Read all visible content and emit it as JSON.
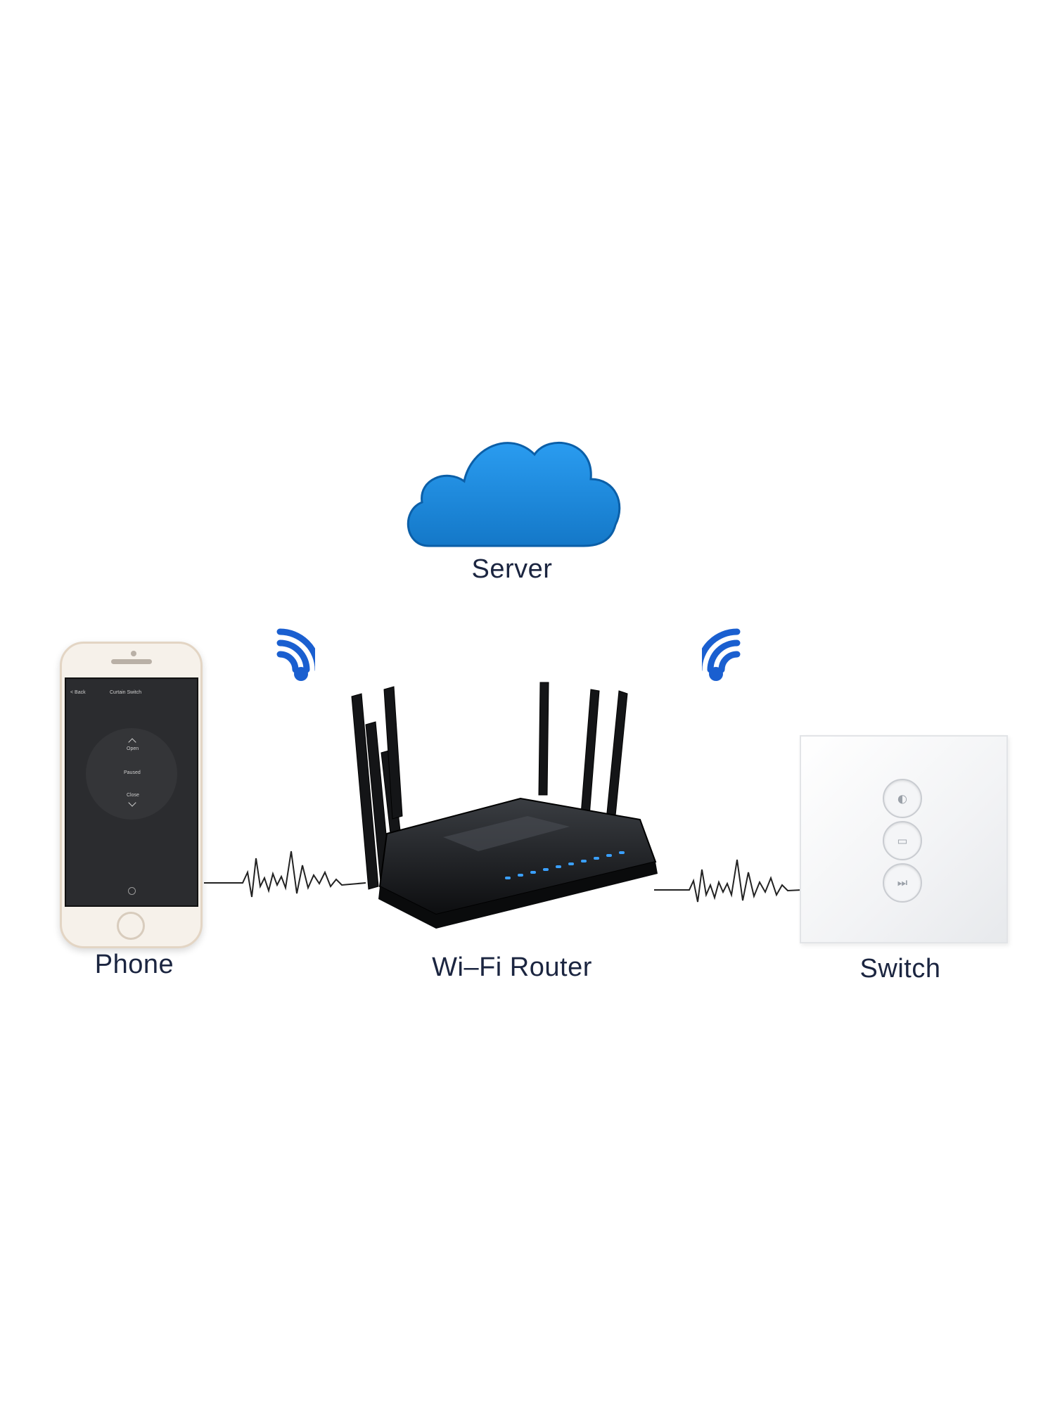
{
  "labels": {
    "server": "Server",
    "phone": "Phone",
    "router": "Wi–Fi Router",
    "switch": "Switch"
  },
  "phone_screen": {
    "back": "< Back",
    "title": "Curtain Switch",
    "open": "Open",
    "paused": "Paused",
    "close": "Close"
  },
  "icons": {
    "cloud": "cloud-icon",
    "wifi_left": "wifi-signal-icon",
    "wifi_right": "wifi-signal-icon"
  },
  "colors": {
    "cloud": "#1e8fe0",
    "wifi": "#1a5fd0",
    "label_text": "#1b2540",
    "router_led": "#3aa0ff"
  }
}
